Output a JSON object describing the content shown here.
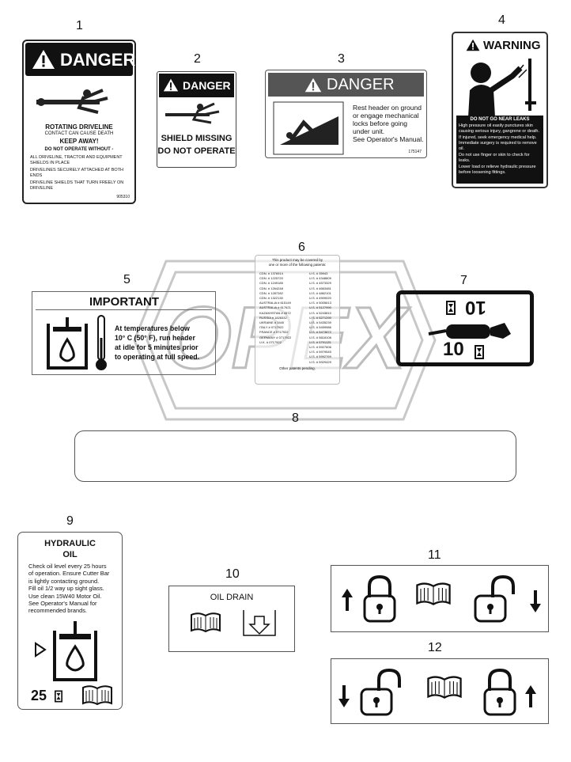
{
  "callouts": [
    "1",
    "2",
    "3",
    "4",
    "5",
    "6",
    "7",
    "8",
    "9",
    "10",
    "11",
    "12"
  ],
  "watermark": "OPEX",
  "decal1": {
    "header": "DANGER",
    "title": "ROTATING DRIVELINE",
    "subtitle": "CONTACT CAN CAUSE DEATH",
    "subtitle2": "KEEP AWAY!",
    "operate": "DO NOT OPERATE WITHOUT -",
    "bullets": [
      "ALL DRIVELINE, TRACTOR AND EQUIPMENT SHIELDS IN PLACE",
      "DRIVELINES SECURELY ATTACHED AT BOTH ENDS",
      "DRIVELINE SHIELDS THAT TURN FREELY ON DRIVELINE"
    ],
    "part": "905310"
  },
  "decal2": {
    "header": "DANGER",
    "line1": "SHIELD MISSING",
    "line2": "DO NOT OPERATE"
  },
  "decal3": {
    "header": "DANGER",
    "text": [
      "Rest header on ground",
      "or engage mechanical",
      "locks before going",
      "under unit.",
      "See Operator's Manual."
    ],
    "part": "175147"
  },
  "decal4": {
    "header": "WARNING",
    "title": "DO NOT GO NEAR LEAKS",
    "bullets": [
      "High pressure oil easily punctures skin causing serious injury, gangrene or death.",
      "If injured, seek emergency medical help. Immediate surgery is required to remove oil.",
      "Do not use finger or skin to check for leaks.",
      "Lower load or relieve hydraulic pressure before loosening fittings."
    ]
  },
  "decal5": {
    "header": "IMPORTANT",
    "text": [
      "At temperatures below",
      "10° C (50° F), run header",
      "at idle for 5 minutes prior",
      "to operating at full speed."
    ]
  },
  "decal6": {
    "intro": [
      "This product may be covered by",
      "one or more of the following patents:"
    ],
    "left": [
      "CDN. # 1376914",
      "CDN. # 1225720",
      "CDN. # 1249185",
      "CDN. # 1264248",
      "CDN. # 1287282",
      "CDN. # 1322130",
      "AUSTRALIA # 615149",
      "AUSTRALIA # 617621",
      "KAZAKHSTAN # 4372",
      "RUSSIA # 1828332",
      "UKRAINE # 3440",
      "ITALY # 0717922",
      "FRANCE # 0717922",
      "GERMANY # 0717922",
      "U.K. # 0717922"
    ],
    "right": [
      "U.S. # 35943",
      "U.S. # 4348809",
      "U.S. # 4573329",
      "U.S. # 4663481",
      "U.S. # 4862101",
      "U.S. # 4909020",
      "U.S. # 5005613",
      "U.S. # 5127990",
      "U.S. # 5243810",
      "U.S. # 5271290",
      "U.S. # 5435239",
      "U.S. # 5459986",
      "U.S. # 5473872",
      "U.S. # 5618108",
      "U.S. # 5791125",
      "U.S. # 5927606",
      "U.S. # 5979545",
      "U.S. # 5992769",
      "U.S. # 5929429"
    ],
    "footer": "Other patents pending."
  },
  "decal7": {
    "top": "10",
    "bottom": "10"
  },
  "decal9": {
    "title1": "HYDRAULIC",
    "title2": "OIL",
    "text": [
      "Check oil level every 25 hours",
      "of operation.  Ensure Cutter Bar",
      "is lightly contacting ground.",
      "Fill oil 1/2 way up sight glass.",
      "Use clean 15W40 Motor Oil.",
      "See Operator's Manual for",
      "recommended brands."
    ],
    "hours": "25"
  },
  "decal10": {
    "title": "OIL DRAIN"
  }
}
